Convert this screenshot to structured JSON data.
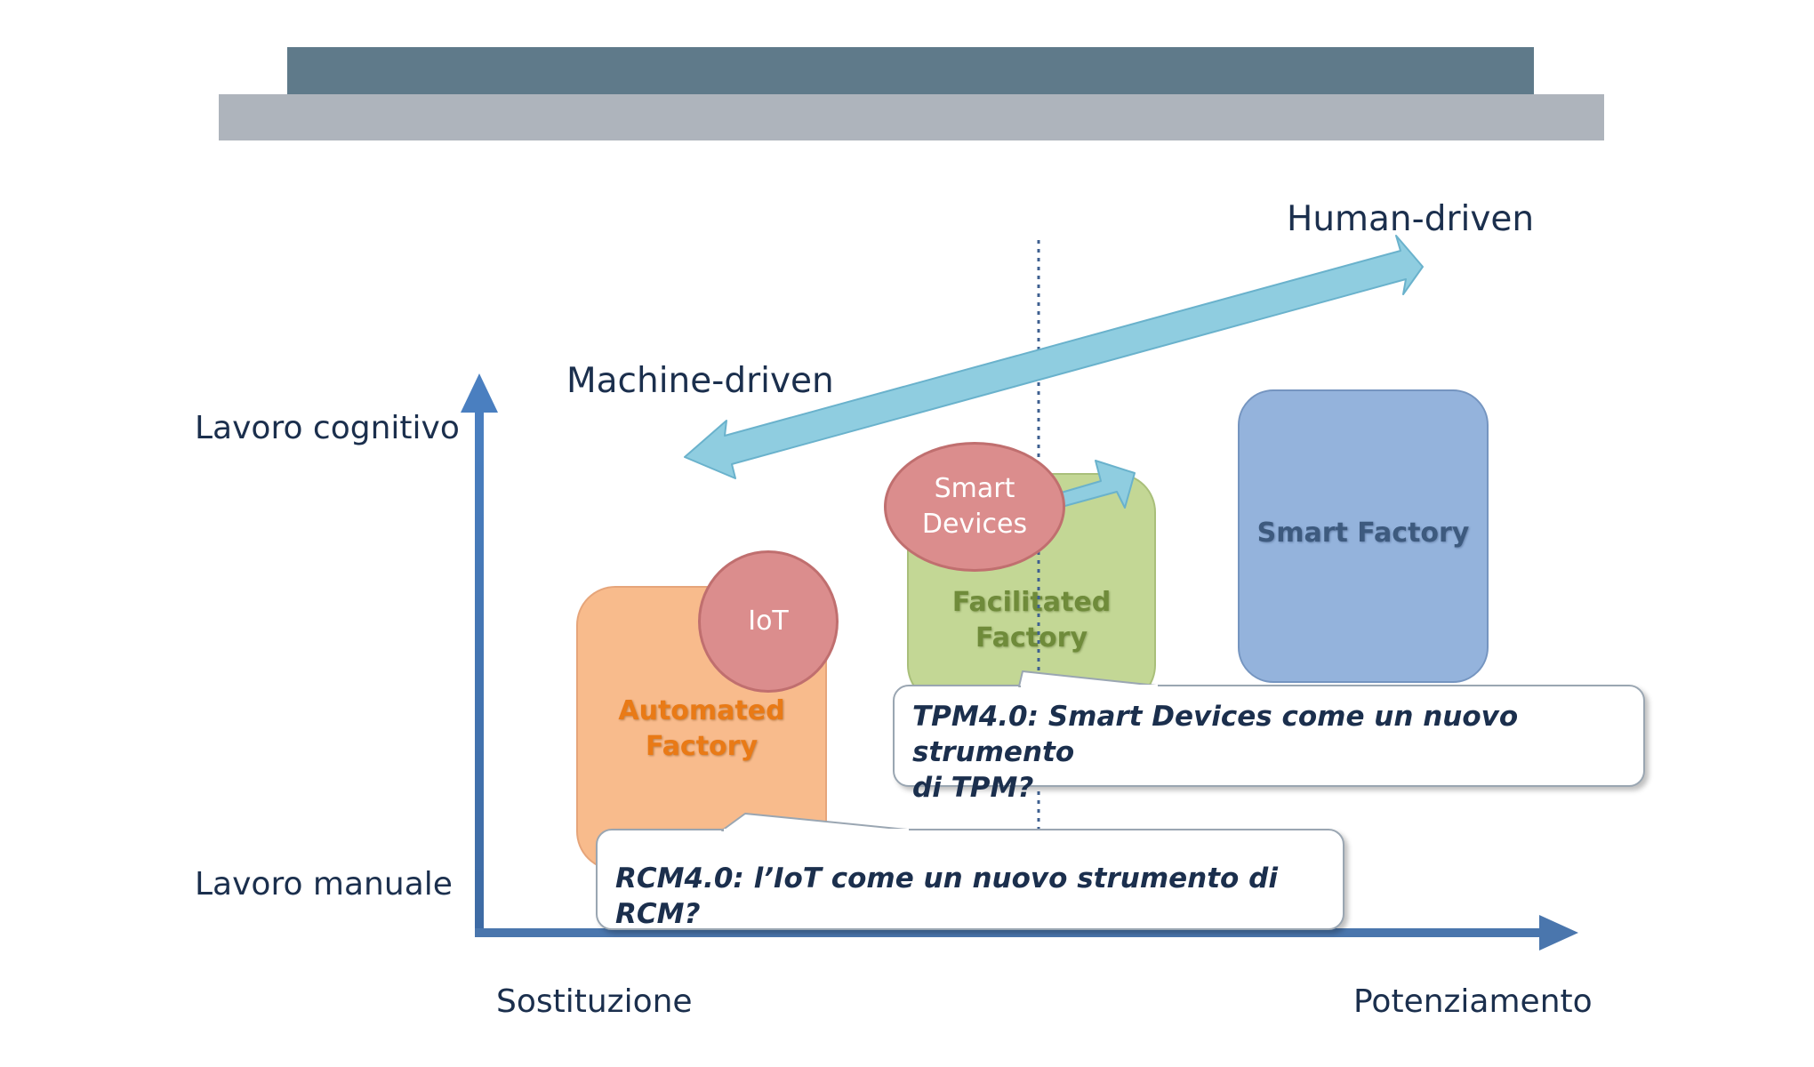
{
  "header_bars": {
    "top_color": "#5f7a8a",
    "bottom_color": "#aeb4bc"
  },
  "axes": {
    "y_top_label": "Lavoro cognitivo",
    "y_bottom_label": "Lavoro manuale",
    "x_left_label": "Sostituzione",
    "x_right_label": "Potenziamento",
    "color": "#4a76ad"
  },
  "double_arrow": {
    "left_label": "Machine-driven",
    "right_label": "Human-driven",
    "color": "#8fcde0"
  },
  "panels": {
    "automated": {
      "line1": "Automated",
      "line2": "Factory",
      "color": "#f8bb8c"
    },
    "facilitated": {
      "line1": "Facilitated",
      "line2": "Factory",
      "color": "#c3d795"
    },
    "smart": {
      "label": "Smart Factory",
      "color": "#94b3dc"
    }
  },
  "bubbles": {
    "iot": "IoT",
    "smart_devices_line1": "Smart",
    "smart_devices_line2": "Devices",
    "color": "#db8d8d"
  },
  "callouts": {
    "tpm_line1": "TPM4.0: Smart Devices come un nuovo strumento",
    "tpm_line2": "di TPM?",
    "rcm": "RCM4.0: l’IoT come un nuovo strumento di RCM?"
  }
}
